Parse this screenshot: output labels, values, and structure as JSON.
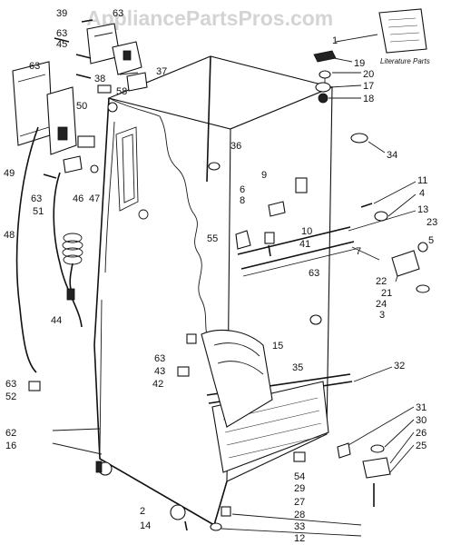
{
  "watermark": "AppliancePartsPros.com",
  "literature_label": "Literature Parts",
  "callouts": [
    {
      "id": "c39",
      "label": "39"
    },
    {
      "id": "c63a",
      "label": "63"
    },
    {
      "id": "c63b",
      "label": "63"
    },
    {
      "id": "c45",
      "label": "45"
    },
    {
      "id": "c63c",
      "label": "63"
    },
    {
      "id": "c38",
      "label": "38"
    },
    {
      "id": "c37",
      "label": "37"
    },
    {
      "id": "c58",
      "label": "58"
    },
    {
      "id": "c50",
      "label": "50"
    },
    {
      "id": "c49",
      "label": "49"
    },
    {
      "id": "c63d",
      "label": "63"
    },
    {
      "id": "c46",
      "label": "46"
    },
    {
      "id": "c47",
      "label": "47"
    },
    {
      "id": "c51",
      "label": "51"
    },
    {
      "id": "c48",
      "label": "48"
    },
    {
      "id": "c44",
      "label": "44"
    },
    {
      "id": "c1",
      "label": "1"
    },
    {
      "id": "c19",
      "label": "19"
    },
    {
      "id": "c20",
      "label": "20"
    },
    {
      "id": "c17",
      "label": "17"
    },
    {
      "id": "c18",
      "label": "18"
    },
    {
      "id": "c34",
      "label": "34"
    },
    {
      "id": "c36",
      "label": "36"
    },
    {
      "id": "c9",
      "label": "9"
    },
    {
      "id": "c6",
      "label": "6"
    },
    {
      "id": "c8",
      "label": "8"
    },
    {
      "id": "c11",
      "label": "11"
    },
    {
      "id": "c4",
      "label": "4"
    },
    {
      "id": "c13",
      "label": "13"
    },
    {
      "id": "c23",
      "label": "23"
    },
    {
      "id": "c5",
      "label": "5"
    },
    {
      "id": "c10",
      "label": "10"
    },
    {
      "id": "c41",
      "label": "41"
    },
    {
      "id": "c7",
      "label": "7"
    },
    {
      "id": "c55",
      "label": "55"
    },
    {
      "id": "c63e",
      "label": "63"
    },
    {
      "id": "c22",
      "label": "22"
    },
    {
      "id": "c21",
      "label": "21"
    },
    {
      "id": "c24",
      "label": "24"
    },
    {
      "id": "c3",
      "label": "3"
    },
    {
      "id": "c15",
      "label": "15"
    },
    {
      "id": "c35",
      "label": "35"
    },
    {
      "id": "c63f",
      "label": "63"
    },
    {
      "id": "c43",
      "label": "43"
    },
    {
      "id": "c42",
      "label": "42"
    },
    {
      "id": "c32",
      "label": "32"
    },
    {
      "id": "c63g",
      "label": "63"
    },
    {
      "id": "c52",
      "label": "52"
    },
    {
      "id": "c62",
      "label": "62"
    },
    {
      "id": "c16",
      "label": "16"
    },
    {
      "id": "c31",
      "label": "31"
    },
    {
      "id": "c30",
      "label": "30"
    },
    {
      "id": "c26",
      "label": "26"
    },
    {
      "id": "c25",
      "label": "25"
    },
    {
      "id": "c54",
      "label": "54"
    },
    {
      "id": "c29",
      "label": "29"
    },
    {
      "id": "c27",
      "label": "27"
    },
    {
      "id": "c28",
      "label": "28"
    },
    {
      "id": "c33",
      "label": "33"
    },
    {
      "id": "c12",
      "label": "12"
    },
    {
      "id": "c2",
      "label": "2"
    },
    {
      "id": "c14",
      "label": "14"
    }
  ]
}
